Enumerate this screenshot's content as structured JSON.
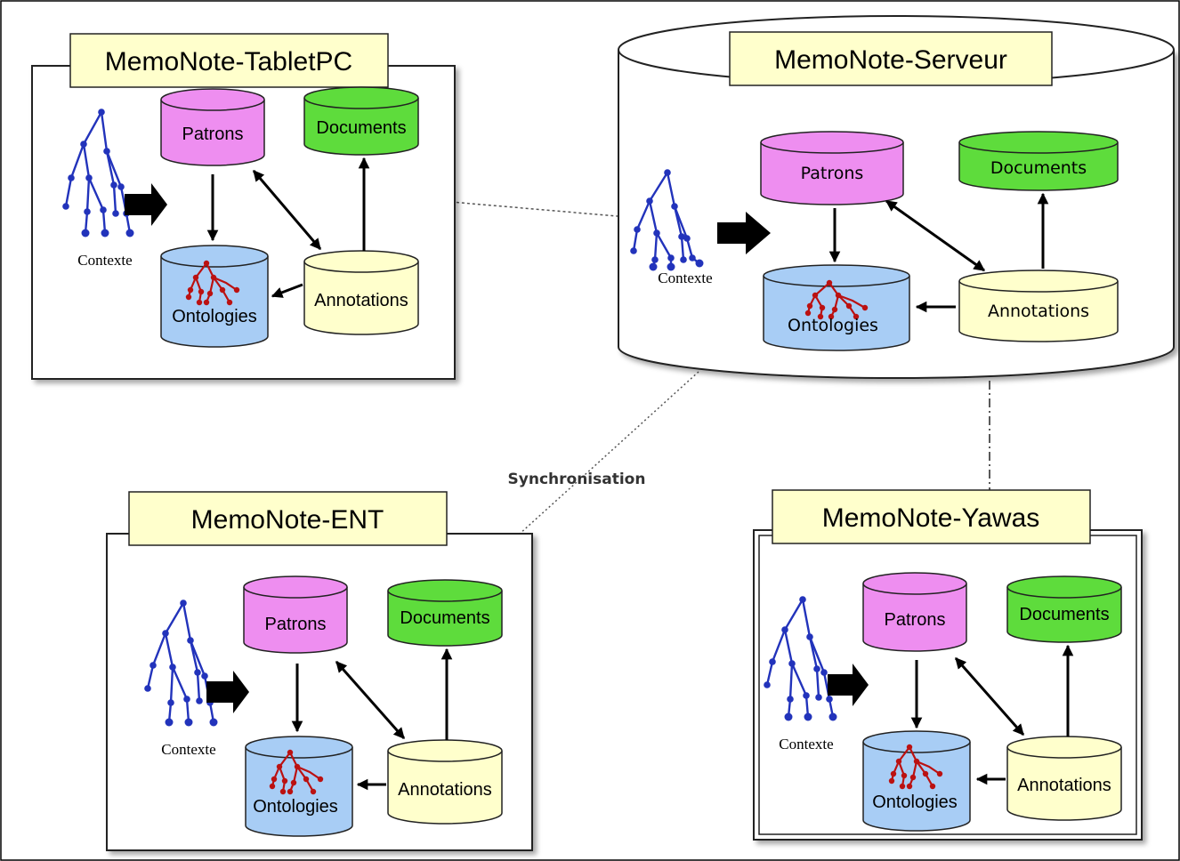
{
  "diagram": {
    "connector_label": "Synchronisation",
    "context_label": "Contexte",
    "nodes": {
      "tablet": {
        "title": "MemoNote-TabletPC",
        "patrons": "Patrons",
        "documents": "Documents",
        "ontologies": "Ontologies",
        "annotations": "Annotations"
      },
      "server": {
        "title": "MemoNote-Serveur",
        "patrons": "Patrons",
        "documents": "Documents",
        "ontologies": "Ontologies",
        "annotations": "Annotations"
      },
      "ent": {
        "title": "MemoNote-ENT",
        "patrons": "Patrons",
        "documents": "Documents",
        "ontologies": "Ontologies",
        "annotations": "Annotations"
      },
      "yawas": {
        "title": "MemoNote-Yawas",
        "patrons": "Patrons",
        "documents": "Documents",
        "ontologies": "Ontologies",
        "annotations": "Annotations"
      }
    }
  },
  "colors": {
    "title_fill": "#ffffcc",
    "patrons_fill": "#ee8ef0",
    "documents_fill": "#5edc3c",
    "ontologies_fill": "#a8cdf5",
    "annotations_fill": "#ffffcc",
    "tree_blue": "#2233bb",
    "tree_red": "#bb1111",
    "border": "#222222"
  }
}
